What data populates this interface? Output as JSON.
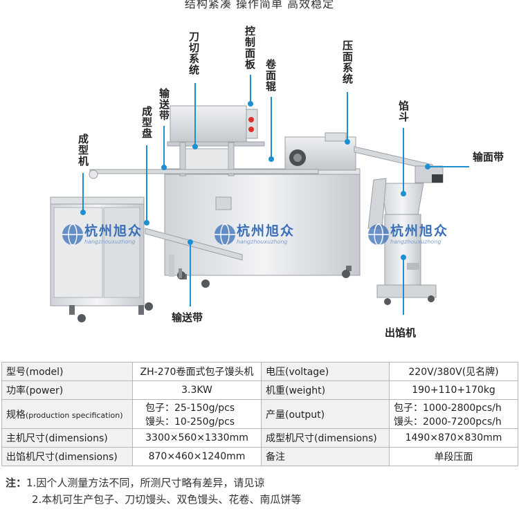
{
  "caption": "结构紧凑 操作简单 高效稳定",
  "labels": {
    "forming_machine": "成型机",
    "forming_tray": "成型盘",
    "conveyor_upper": "输送带",
    "cutter_system": "刀切系统",
    "control_panel": "控制面板",
    "rolling_roller": "卷面辊",
    "pressing_system": "压面系统",
    "filling_hopper": "馅斗",
    "dough_conveyor": "输面带",
    "conveyor_lower": "输送带",
    "filling_machine": "出馅机"
  },
  "watermark": {
    "cn": "杭州旭众",
    "en": "hangzhouxuzhong",
    "color": "#3a6fb7"
  },
  "specs": {
    "r1": {
      "k1": "型号(model)",
      "v1": "ZH-270卷面式包子馒头机",
      "k2": "电压(voltage)",
      "v2": "220V/380V(见名牌)"
    },
    "r2": {
      "k1": "功率(power)",
      "v1": "3.3KW",
      "k2": "机重(weight)",
      "v2": "190+110+170kg"
    },
    "r3": {
      "k1a": "规格",
      "k1b": "(production specification)",
      "v1a": "包子：25-150g/pcs",
      "v1b": "馒头：10-250g/pcs",
      "k2": "产量(output)",
      "v2a": "包子：1000-2800pcs/h",
      "v2b": "馒头：2000-7200pcs/h"
    },
    "r4": {
      "k1": "主机尺寸(dimensions)",
      "v1": "3300×560×1330mm",
      "k2": "成型机尺寸(dimensions)",
      "v2": "1490×870×830mm"
    },
    "r5": {
      "k1": "出馅机尺寸(dimensions)",
      "v1": "870×460×1240mm",
      "k2": "备注",
      "v2": "单段压面"
    }
  },
  "notes": {
    "label": "注：",
    "line1": "1.因个人测量方法不同，所测尺寸略有差异，请见谅",
    "line2": "2.本机可生产包子、刀切馒头、双色馒头、花卷、南瓜饼等"
  }
}
